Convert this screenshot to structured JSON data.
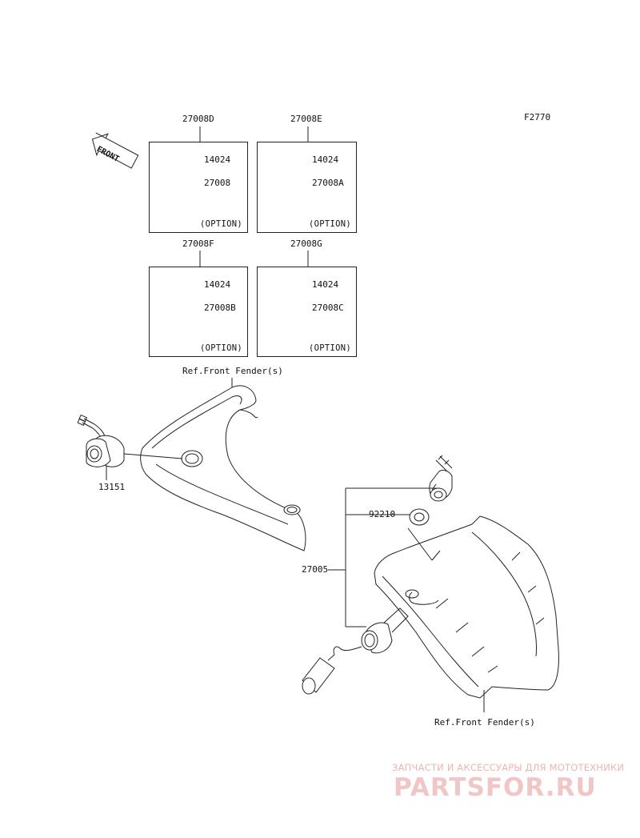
{
  "figure_code": "F2770",
  "front_label": "FRONT",
  "kits": [
    {
      "code": "27008D",
      "part_top": "14024",
      "part_key": "27008",
      "option": "(OPTION)"
    },
    {
      "code": "27008E",
      "part_top": "14024",
      "part_key": "27008A",
      "option": "(OPTION)"
    },
    {
      "code": "27008F",
      "part_top": "14024",
      "part_key": "27008B",
      "option": "(OPTION)"
    },
    {
      "code": "27008G",
      "part_top": "14024",
      "part_key": "27008C",
      "option": "(OPTION)"
    }
  ],
  "labels": {
    "ref_front_fender_top": "Ref.Front Fender(s)",
    "ref_front_fender_bottom": "Ref.Front Fender(s)",
    "part_13151": "13151",
    "part_92210": "92210",
    "part_27005": "27005"
  },
  "watermark": {
    "line1": "ЗАПЧАСТИ И АКСЕССУАРЫ ДЛЯ МОТОТЕХНИКИ",
    "line2": "PARTSFOR.RU"
  }
}
